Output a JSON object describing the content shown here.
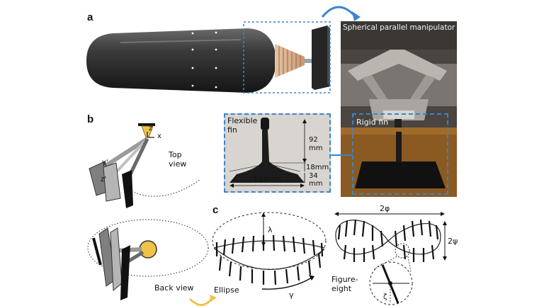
{
  "panels": {
    "a": "a",
    "b": "b",
    "c": "c"
  },
  "photo": {
    "title": "Spherical parallel manipulator",
    "rigid_fin_label": "Rigid fin"
  },
  "inset": {
    "title_line1": "Flexible",
    "title_line2": "fin",
    "height_value": "92",
    "height_unit": "mm",
    "neck_value": "18mm",
    "root_value": "34",
    "root_unit": "mm",
    "span_value": "134mm"
  },
  "panel_b": {
    "axis_z": "z",
    "axis_x": "x",
    "axis_y_prime": "y'",
    "axis_z_prime": "z'",
    "top_view_line1": "Top",
    "top_view_line2": "view",
    "back_view": "Back view"
  },
  "panel_c": {
    "lambda": "λ",
    "gamma": "γ",
    "ellipse": "Ellipse",
    "two_phi": "2φ",
    "two_psi": "2ψ",
    "figure_line1": "Figure-",
    "figure_line2": "eight",
    "zeta": "ζ"
  },
  "colors": {
    "accent_blue": "#3a84cf",
    "yellow": "#f0c24a",
    "fin_dark": "#1c1c1c",
    "fin_grey": "#8a8a8a"
  }
}
